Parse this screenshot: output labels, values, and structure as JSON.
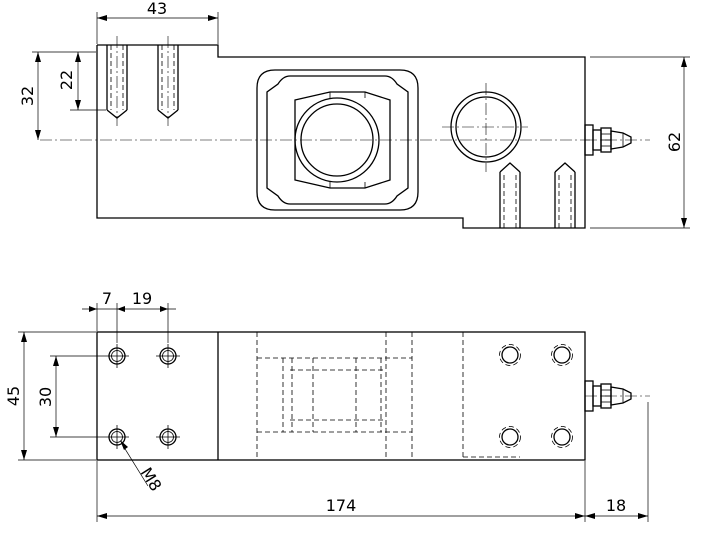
{
  "drawing": {
    "top_view": {
      "dimensions": {
        "width_43": "43",
        "height_32": "32",
        "height_22": "22",
        "height_62": "62"
      }
    },
    "bottom_view": {
      "dimensions": {
        "offset_7": "7",
        "pitch_19": "19",
        "height_45": "45",
        "pitch_30": "30",
        "thread_m8": "M8",
        "length_174": "174",
        "connector_18": "18"
      }
    }
  }
}
